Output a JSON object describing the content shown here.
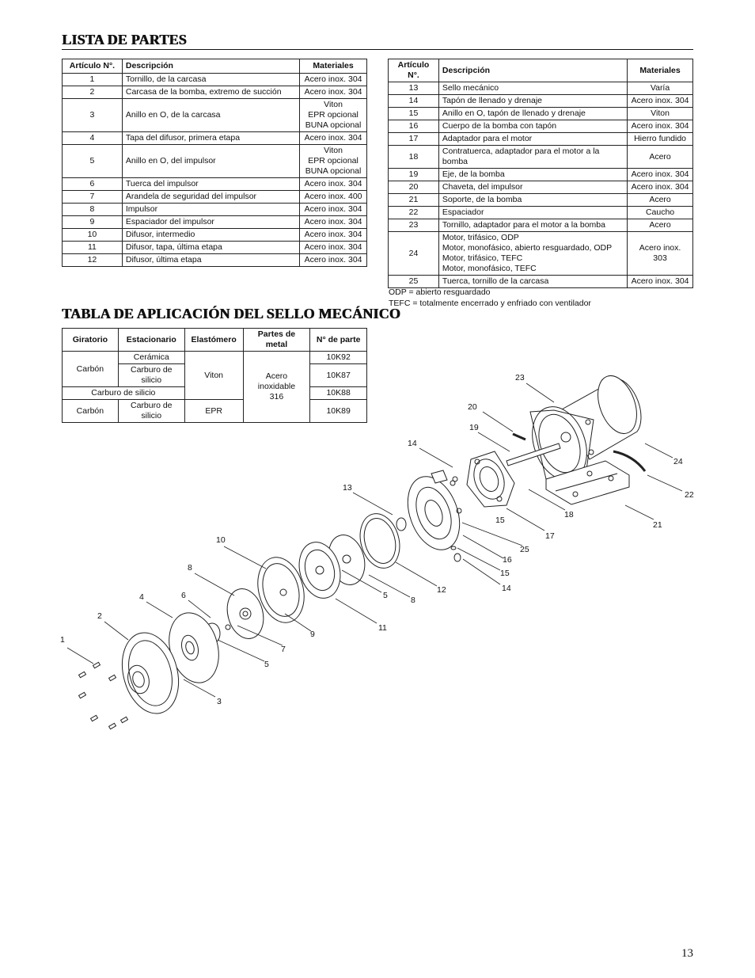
{
  "parts_title": "LISTA DE PARTES",
  "parts_headers": {
    "item": "Artículo N°.",
    "desc": "Descripción",
    "mat": "Materiales"
  },
  "parts_left": [
    {
      "n": "1",
      "d": "Tornillo, de la carcasa",
      "m": "Acero inox. 304"
    },
    {
      "n": "2",
      "d": "Carcasa de la bomba, extremo de succión",
      "m": "Acero inox. 304"
    },
    {
      "n": "3",
      "d": "Anillo en O, de la carcasa",
      "m": "Viton\nEPR opcional\nBUNA opcional"
    },
    {
      "n": "4",
      "d": "Tapa del difusor, primera etapa",
      "m": "Acero inox. 304"
    },
    {
      "n": "5",
      "d": "Anillo en O, del impulsor",
      "m": "Viton\nEPR opcional\nBUNA opcional"
    },
    {
      "n": "6",
      "d": "Tuerca del impulsor",
      "m": "Acero inox. 304"
    },
    {
      "n": "7",
      "d": "Arandela de seguridad del impulsor",
      "m": "Acero inox. 400"
    },
    {
      "n": "8",
      "d": "Impulsor",
      "m": "Acero inox. 304"
    },
    {
      "n": "9",
      "d": "Espaciador del impulsor",
      "m": "Acero inox. 304"
    },
    {
      "n": "10",
      "d": "Difusor, intermedio",
      "m": "Acero inox. 304"
    },
    {
      "n": "11",
      "d": "Difusor, tapa, última etapa",
      "m": "Acero inox. 304"
    },
    {
      "n": "12",
      "d": "Difusor, última etapa",
      "m": "Acero inox. 304"
    }
  ],
  "parts_right": [
    {
      "n": "13",
      "d": "Sello mecánico",
      "m": "Varía"
    },
    {
      "n": "14",
      "d": "Tapón de llenado y drenaje",
      "m": "Acero inox. 304"
    },
    {
      "n": "15",
      "d": "Anillo en O, tapón de llenado y drenaje",
      "m": "Viton"
    },
    {
      "n": "16",
      "d": "Cuerpo de la bomba con tapón",
      "m": "Acero inox. 304"
    },
    {
      "n": "17",
      "d": "Adaptador para el motor",
      "m": "Hierro fundido"
    },
    {
      "n": "18",
      "d": "Contratuerca, adaptador para el motor a la bomba",
      "m": "Acero"
    },
    {
      "n": "19",
      "d": "Eje, de la bomba",
      "m": "Acero inox. 304"
    },
    {
      "n": "20",
      "d": "Chaveta, del impulsor",
      "m": "Acero inox. 304"
    },
    {
      "n": "21",
      "d": "Soporte, de la bomba",
      "m": "Acero"
    },
    {
      "n": "22",
      "d": "Espaciador",
      "m": "Caucho"
    },
    {
      "n": "23",
      "d": "Tornillo, adaptador para el motor a la bomba",
      "m": "Acero"
    },
    {
      "n": "24",
      "d": "Motor, trifásico, ODP\nMotor, monofásico, abierto resguardado, ODP\nMotor, trifásico, TEFC\nMotor, monofásico, TEFC",
      "m": "Acero inox.\n303"
    },
    {
      "n": "25",
      "d": "Tuerca, tornillo de la carcasa",
      "m": "Acero inox. 304"
    }
  ],
  "notes": [
    "ODP = abierto resguardado",
    "TEFC = totalmente encerrado y enfriado con ventilador"
  ],
  "seal_title": "TABLA DE APLICACIÓN DEL SELLO MECÁNICO",
  "seal_headers": [
    "Giratorio",
    "Estacionario",
    "Elastómero",
    "Partes de metal",
    "N° de parte"
  ],
  "seal": {
    "carbon": "Carbón",
    "ceramica": "Cerámica",
    "carburo": "Carburo de silicio",
    "carburo_span": "Carburo de silicio",
    "carbon2": "Carbón",
    "carburo2": "Carburo de silicio",
    "viton": "Viton",
    "epr": "EPR",
    "metal": "Acero\ninoxidable\n316",
    "p1": "10K92",
    "p2": "10K87",
    "p3": "10K88",
    "p4": "10K89"
  },
  "diagram_labels": {
    "l1": "1",
    "l2": "2",
    "l3": "3",
    "l4": "4",
    "l5a": "5",
    "l5b": "5",
    "l6": "6",
    "l7": "7",
    "l8a": "8",
    "l8b": "8",
    "l9": "9",
    "l10": "10",
    "l11": "11",
    "l12": "12",
    "l13": "13",
    "l14a": "14",
    "l14b": "14",
    "l15a": "15",
    "l15b": "15",
    "l16": "16",
    "l17": "17",
    "l18": "18",
    "l19": "19",
    "l20": "20",
    "l21": "21",
    "l22": "22",
    "l23": "23",
    "l24": "24",
    "l25": "25"
  },
  "page_number": "13"
}
